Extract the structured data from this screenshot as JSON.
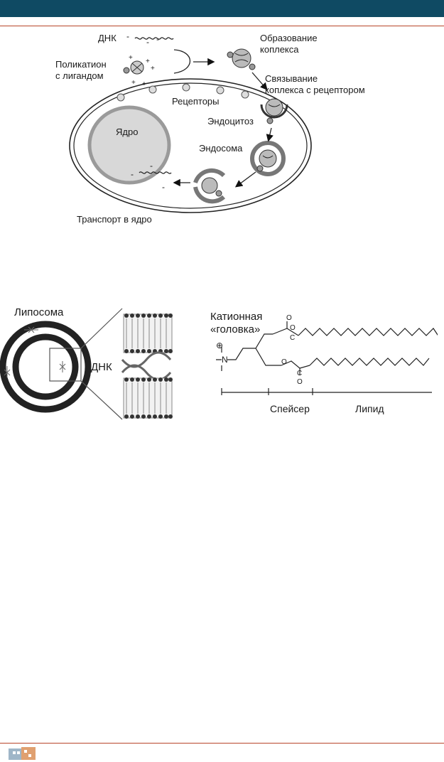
{
  "figure1": {
    "labels": {
      "dna": "ДНК",
      "polycation_line1": "Поликатион",
      "polycation_line2": "с лигандом",
      "complex_line1": "Образование",
      "complex_line2": "коплекса",
      "binding_line1": "Связывание",
      "binding_line2": "коплекса с рецептором",
      "receptors": "Рецепторы",
      "endocytosis": "Эндоцитоз",
      "endosome": "Эндосома",
      "nucleus": "Ядро",
      "transport": "Транспорт в ядро"
    }
  },
  "figure2": {
    "labels": {
      "liposome": "Липосома",
      "dna": "ДНК"
    }
  },
  "figure3": {
    "labels": {
      "cationic_line1": "Катионная",
      "cationic_line2": "«головка»",
      "spacer": "Спейсер",
      "lipid": "Липид"
    }
  },
  "colors": {
    "header_band": "#0f4a63",
    "rule": "#b8452a",
    "nucleus_fill": "#d8d8d8"
  }
}
